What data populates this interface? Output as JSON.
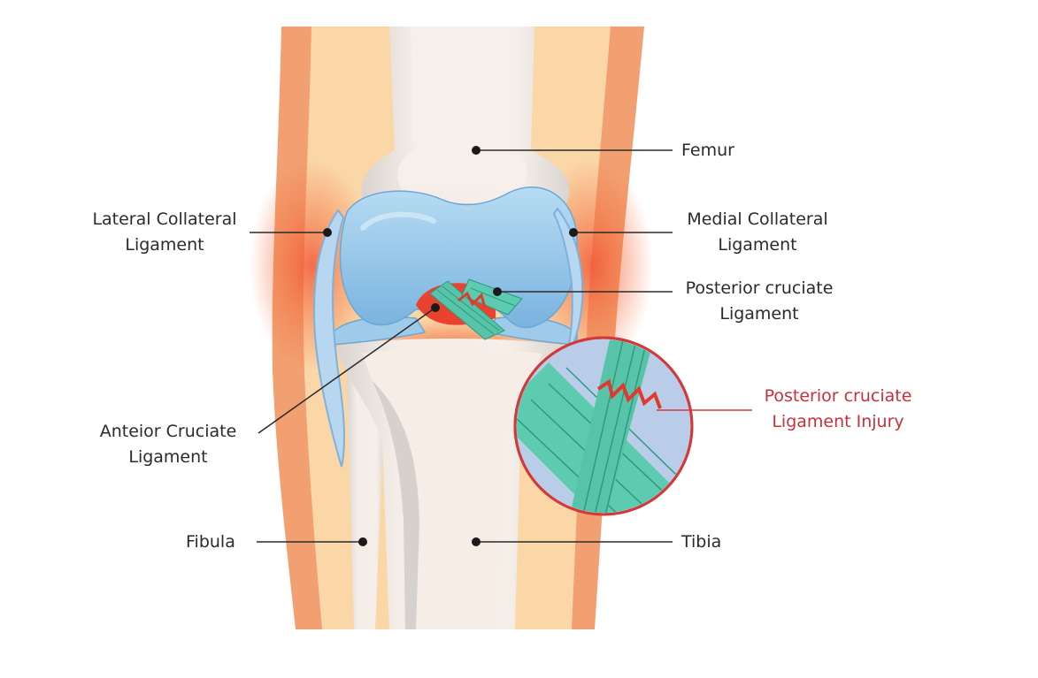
{
  "labels": {
    "femur": [
      "Femur"
    ],
    "lateral_collateral": [
      "Lateral Collateral",
      "Ligament"
    ],
    "medial_collateral": [
      "Medial Collateral",
      "Ligament"
    ],
    "posterior_cruciate": [
      "Posterior cruciate",
      "Ligament"
    ],
    "anterior_cruciate": [
      "Anteior Cruciate",
      "Ligament"
    ],
    "injury": [
      "Posterior cruciate",
      "Ligament Injury"
    ],
    "fibula": [
      "Fibula"
    ],
    "tibia": [
      "Tibia"
    ]
  },
  "colors": {
    "label_text": "#2a2a2a",
    "injury_text": "#c8303a",
    "skin_outer": "#f2a071",
    "skin_inner": "#fbd7a8",
    "bone": "#f5ede6",
    "bone_shadow": "#d7d3d0",
    "cartilage": "#8fc2e6",
    "ligament": "#57c4a9",
    "injury_red": "#e03a2e"
  }
}
